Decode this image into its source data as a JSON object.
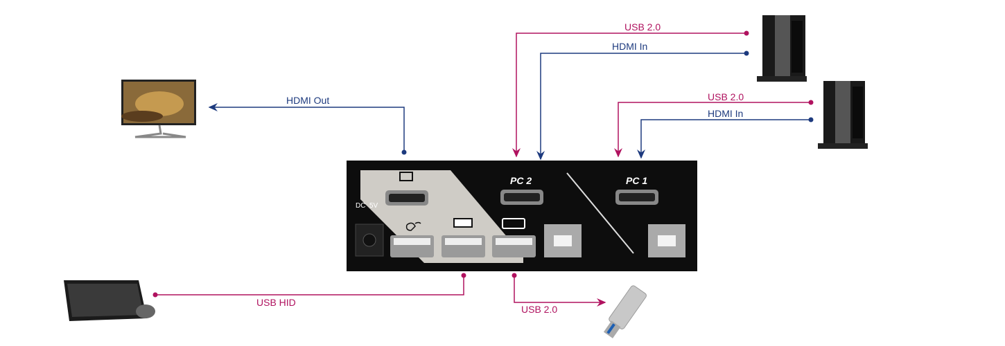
{
  "colors": {
    "usb": "#b0125f",
    "hdmi": "#1d3a7e",
    "device": "#0d0d0d",
    "panel": "#cfccc6"
  },
  "connections": {
    "pc2_usb": "USB 2.0",
    "pc2_hdmi": "HDMI In",
    "pc1_usb": "USB 2.0",
    "pc1_hdmi": "HDMI In",
    "monitor": "HDMI Out",
    "keyboard_mouse": "USB HID",
    "usb_drive": "USB 2.0"
  },
  "kvm": {
    "pc2_label": "PC 2",
    "pc1_label": "PC 1",
    "power_label": "DC  5V"
  }
}
